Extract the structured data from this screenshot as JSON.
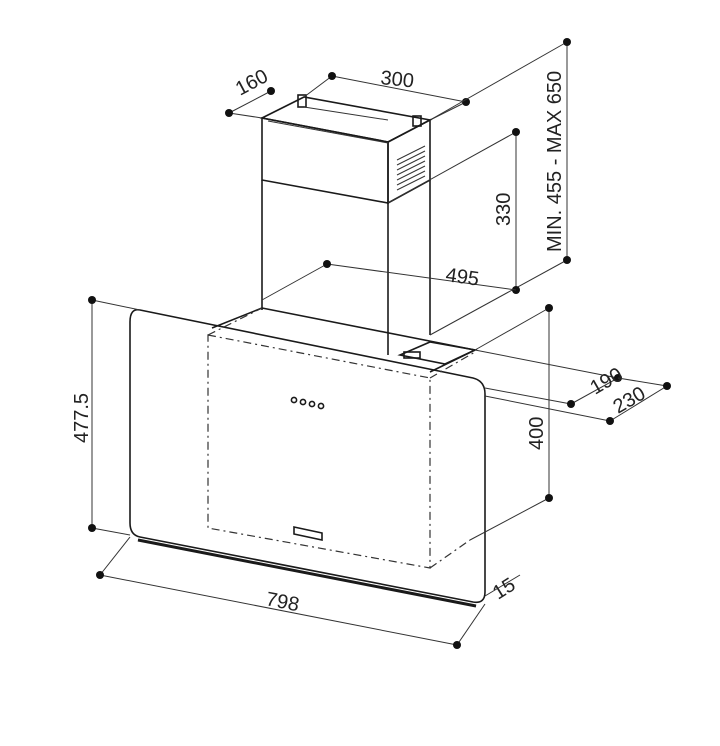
{
  "dimensions": {
    "chimney_depth": "160",
    "chimney_width": "300",
    "chimney_height_range": "MIN. 455 - MAX 650",
    "chimney_lower_height": "330",
    "hood_depth": "495",
    "hood_height": "477.5",
    "inner_height": "400",
    "offset_a": "190",
    "offset_b": "230",
    "hood_width": "798",
    "glass_thickness": "15"
  },
  "colors": {
    "line": "#1a1a1a",
    "background": "#ffffff"
  }
}
